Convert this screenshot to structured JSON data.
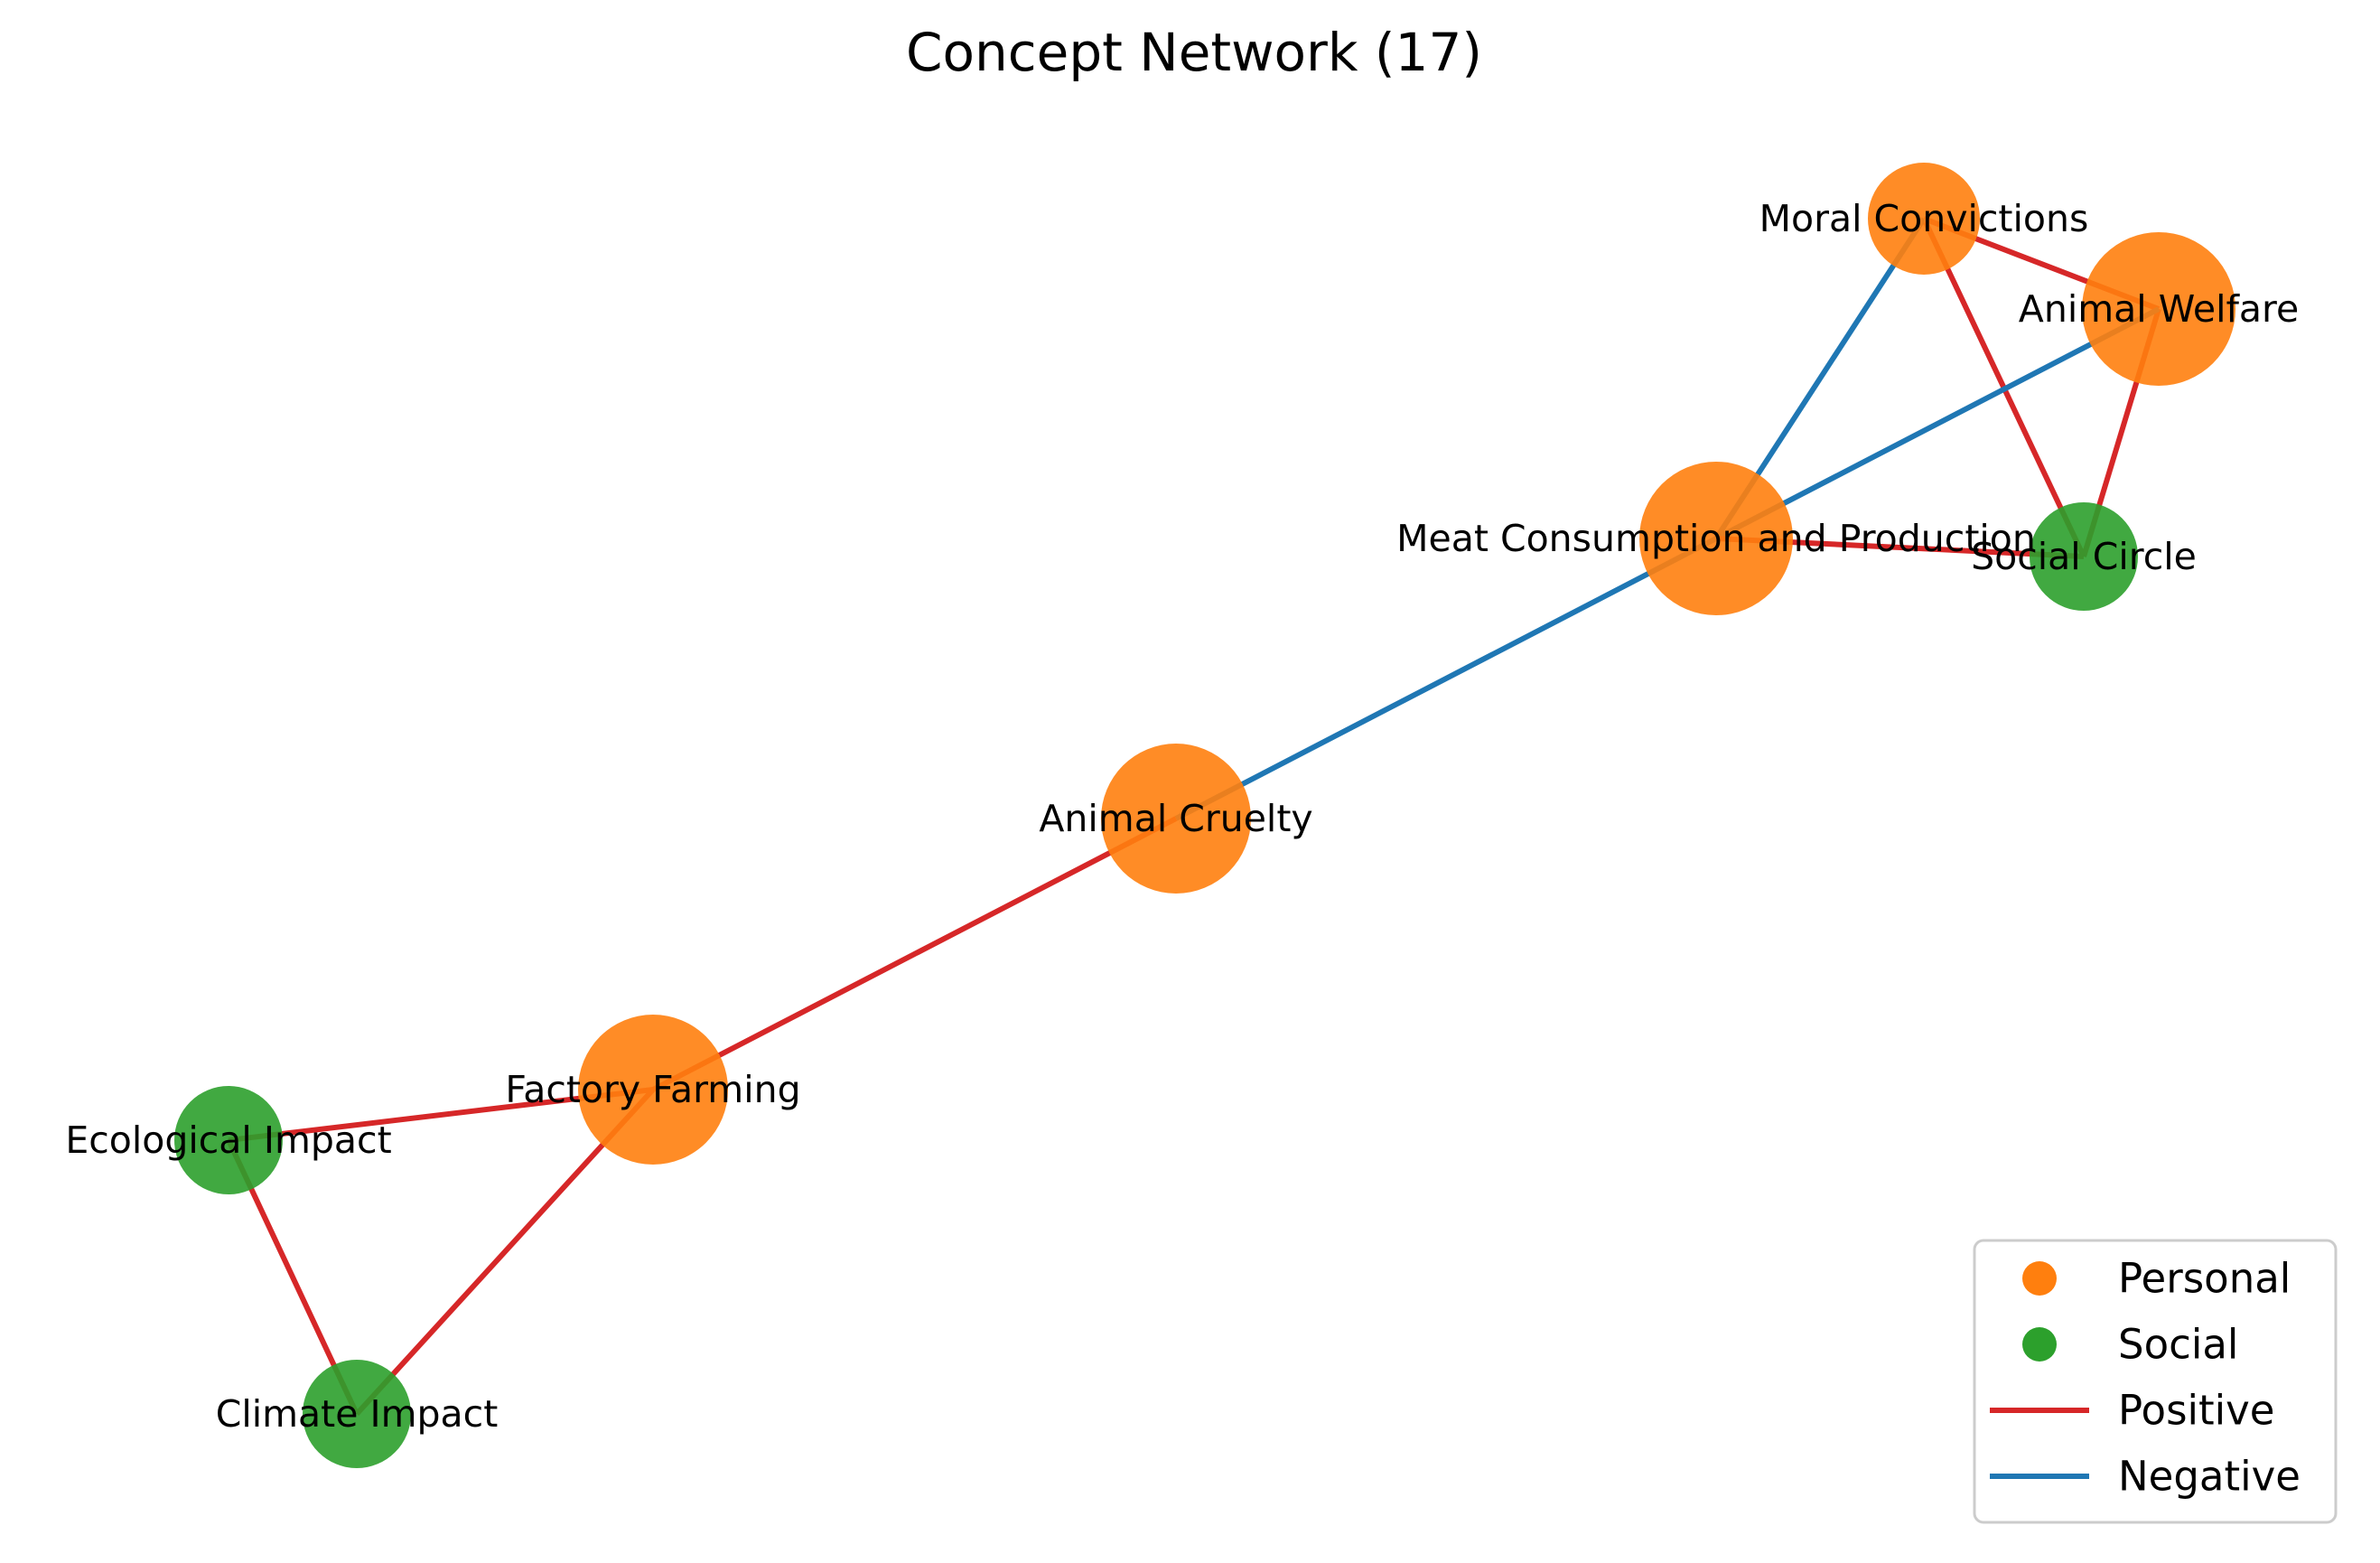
{
  "title": "Concept Network (17)",
  "colors": {
    "personal": "#ff7f0e",
    "social": "#2ca02c",
    "positive": "#d62728",
    "negative": "#1f77b4"
  },
  "nodes": [
    {
      "id": "moral",
      "label": "Moral Convictions",
      "category": "personal"
    },
    {
      "id": "welfare",
      "label": "Animal Welfare",
      "category": "personal"
    },
    {
      "id": "meat",
      "label": "Meat Consumption and Production",
      "category": "personal"
    },
    {
      "id": "social",
      "label": "Social Circle",
      "category": "social"
    },
    {
      "id": "cruelty",
      "label": "Animal Cruelty",
      "category": "personal"
    },
    {
      "id": "factory",
      "label": "Factory Farming",
      "category": "personal"
    },
    {
      "id": "eco",
      "label": "Ecological Impact",
      "category": "social"
    },
    {
      "id": "climate",
      "label": "Climate Impact",
      "category": "social"
    }
  ],
  "edges": [
    {
      "source": "moral",
      "target": "welfare",
      "polarity": "positive"
    },
    {
      "source": "moral",
      "target": "social",
      "polarity": "positive"
    },
    {
      "source": "moral",
      "target": "meat",
      "polarity": "negative"
    },
    {
      "source": "welfare",
      "target": "social",
      "polarity": "positive"
    },
    {
      "source": "welfare",
      "target": "cruelty",
      "polarity": "negative"
    },
    {
      "source": "meat",
      "target": "social",
      "polarity": "positive"
    },
    {
      "source": "cruelty",
      "target": "factory",
      "polarity": "positive"
    },
    {
      "source": "factory",
      "target": "eco",
      "polarity": "positive"
    },
    {
      "source": "factory",
      "target": "climate",
      "polarity": "positive"
    },
    {
      "source": "eco",
      "target": "climate",
      "polarity": "positive"
    }
  ],
  "legend": [
    {
      "label": "Personal",
      "kind": "marker",
      "color_key": "personal"
    },
    {
      "label": "Social",
      "kind": "marker",
      "color_key": "social"
    },
    {
      "label": "Positive",
      "kind": "line",
      "color_key": "positive"
    },
    {
      "label": "Negative",
      "kind": "line",
      "color_key": "negative"
    }
  ]
}
